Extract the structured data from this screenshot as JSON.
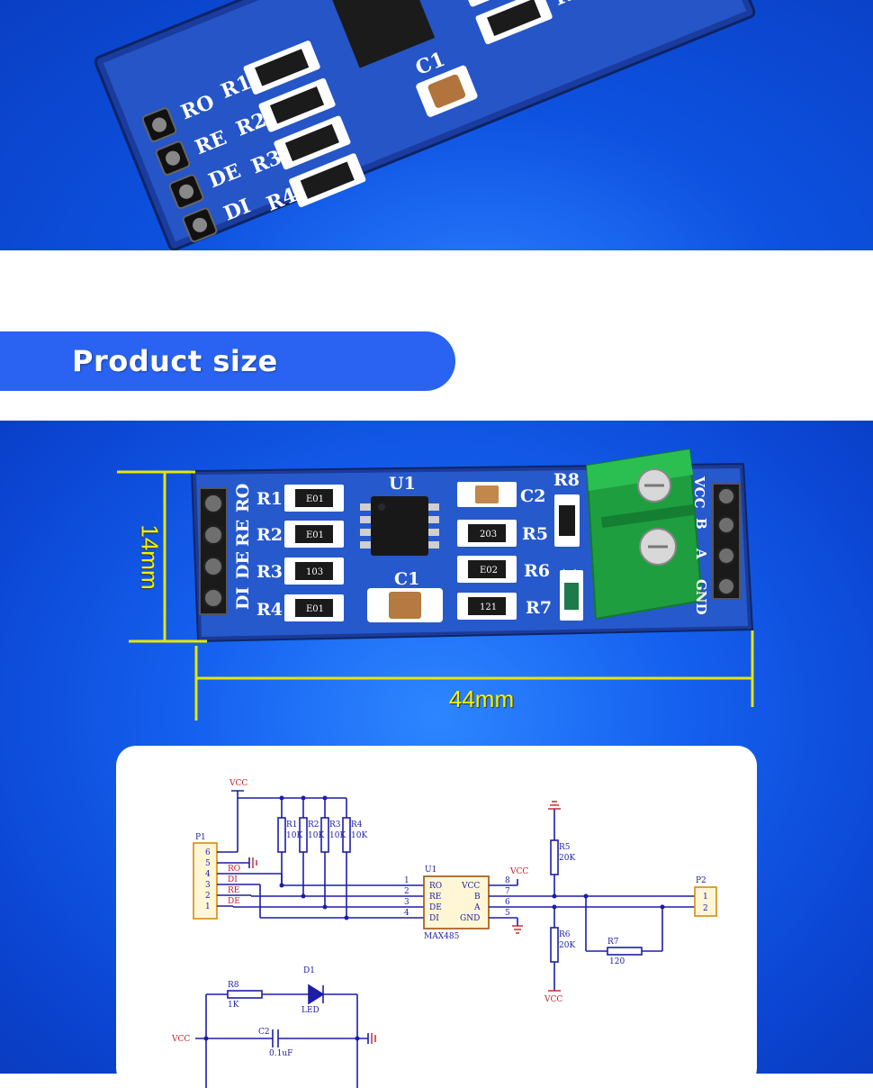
{
  "section": {
    "title": "Product size"
  },
  "dimensions": {
    "height": "14mm",
    "width": "44mm"
  },
  "board": {
    "chip": "U1",
    "left_pins": [
      "RO",
      "RE",
      "DE",
      "DI"
    ],
    "resistors_left": [
      "R1",
      "R2",
      "R3",
      "R4"
    ],
    "resistor_codes_left": [
      "E01",
      "E01",
      "103",
      "E01"
    ],
    "capacitor_top": "C2",
    "capacitor_bottom": "C1",
    "resistors_right": [
      "R5",
      "R6",
      "R7"
    ],
    "resistor_codes_right": [
      "203",
      "E02",
      "121"
    ],
    "r8": "R8",
    "d1": "D1",
    "right_pins": [
      "VCC",
      "B",
      "A",
      "GND"
    ]
  },
  "schematic": {
    "vcc": "VCC",
    "p1": "P1",
    "p1_pins": [
      "6",
      "5",
      "4",
      "3",
      "2",
      "1"
    ],
    "p1_signals": [
      "RO",
      "DI",
      "RE",
      "DE"
    ],
    "r_labels": [
      "R1",
      "R2",
      "R3",
      "R4"
    ],
    "r_values": [
      "10K",
      "10K",
      "10K",
      "10K"
    ],
    "u1": "U1",
    "u1_part": "MAX485",
    "u1_left": [
      "RO",
      "RE",
      "DE",
      "DI"
    ],
    "u1_left_nums": [
      "1",
      "2",
      "3",
      "4"
    ],
    "u1_right": [
      "VCC",
      "B",
      "A",
      "GND"
    ],
    "u1_right_nums": [
      "8",
      "7",
      "6",
      "5"
    ],
    "r5": "R5",
    "r5_val": "20K",
    "r6": "R6",
    "r6_val": "20K",
    "r7": "R7",
    "r7_val": "120",
    "p2": "P2",
    "p2_pins": [
      "1",
      "2"
    ],
    "r8": "R8",
    "r8_val": "1K",
    "d1": "D1",
    "led": "LED",
    "c2": "C2",
    "c2_val": "0.1uF"
  }
}
